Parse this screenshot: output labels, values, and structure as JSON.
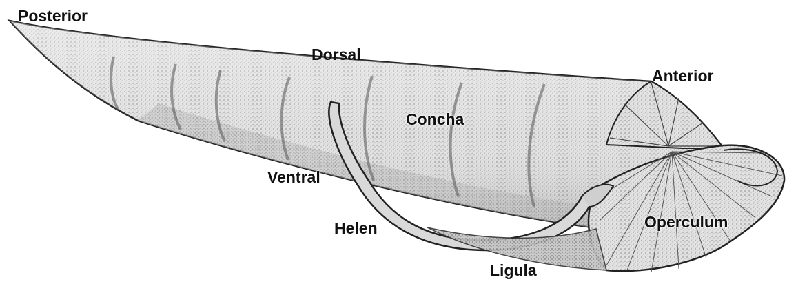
{
  "diagram": {
    "labels": {
      "posterior": "Posterior",
      "dorsal": "Dorsal",
      "anterior": "Anterior",
      "concha": "Concha",
      "ventral": "Ventral",
      "helen": "Helen",
      "operculum": "Operculum",
      "ligula": "Ligula"
    }
  },
  "colors": {
    "ink": "#111111",
    "shell_fill": "#e4e4e4",
    "shell_shade": "#c9c9c9",
    "background": "#ffffff"
  }
}
